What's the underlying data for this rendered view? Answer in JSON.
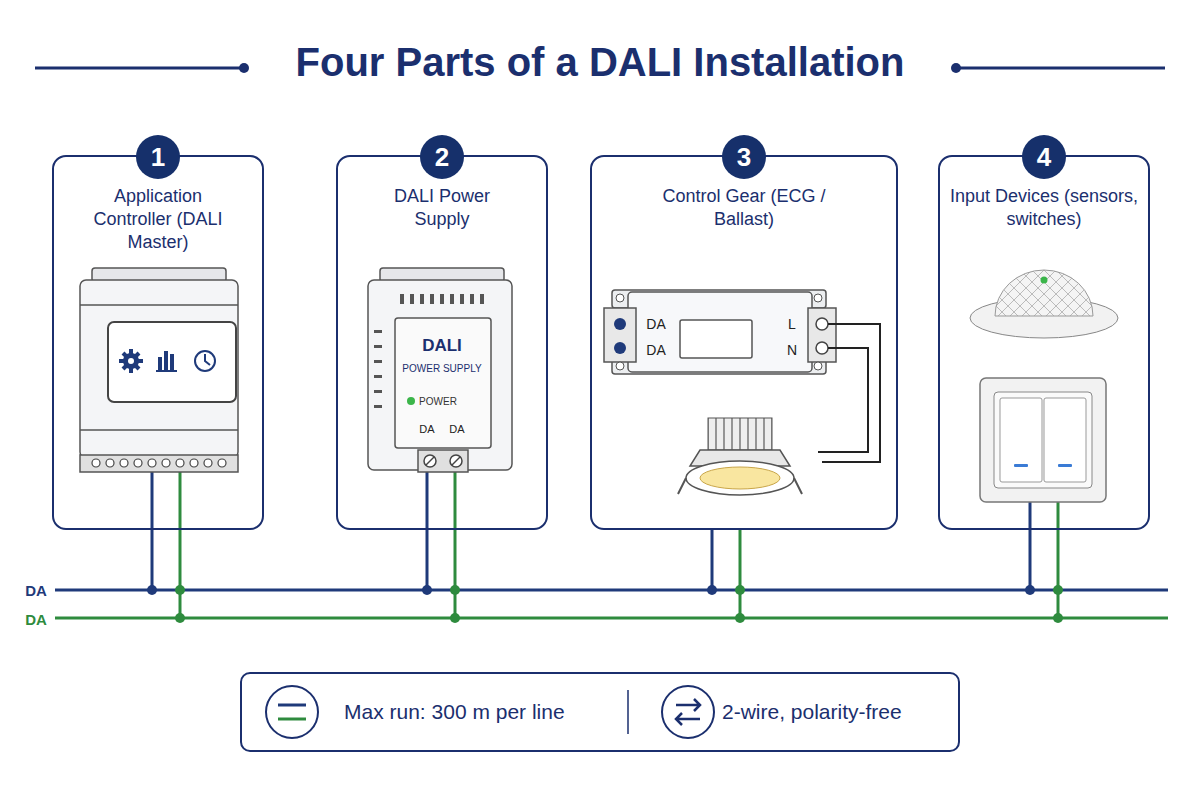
{
  "diagram": {
    "title": "Four Parts of a DALI Installation",
    "nodes": [
      {
        "text": [
          "1",
          "Application Controller (DALI Master)"
        ]
      },
      {
        "text": [
          "2",
          "DALI Power Supply"
        ]
      },
      {
        "text": [
          "3",
          "Control Gear (ECG / Ballast)"
        ]
      },
      {
        "text": [
          "4",
          "Input Devices (sensors, switches)"
        ]
      },
      {
        "text": [
          "Max run: 300 m per line",
          "2-wire, polarity-free"
        ]
      }
    ],
    "labels": [
      "DALI",
      "POWER SUPPLY",
      "POWER",
      "DA",
      "DA",
      "DA",
      "DA",
      "L",
      "N",
      "DA",
      "DA"
    ]
  }
}
